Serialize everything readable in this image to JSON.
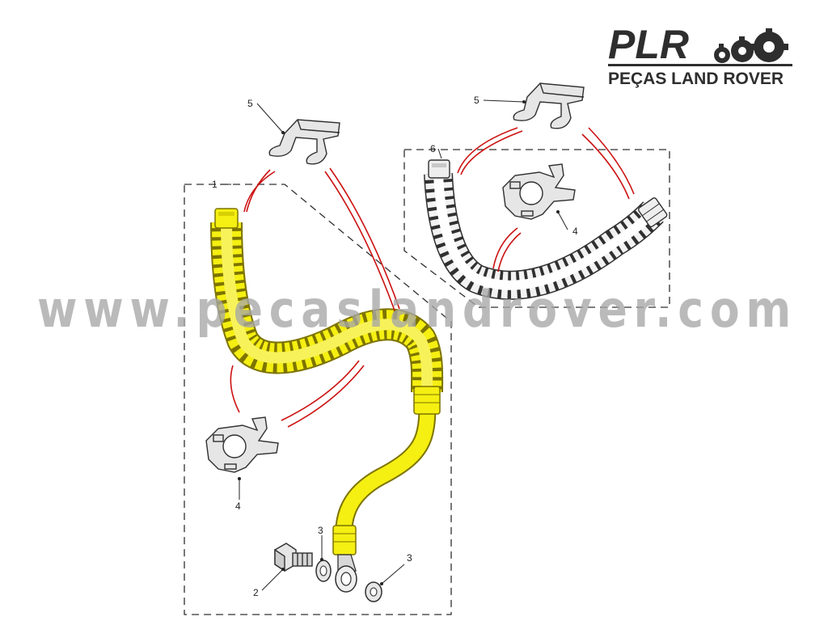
{
  "logo": {
    "brand": "PLR",
    "subtitle": "PEÇAS LAND ROVER",
    "icon": "gears-icon"
  },
  "watermark": "www.pecaslandrover.com",
  "colors": {
    "highlight": "#f5ef12",
    "highlight_stroke": "#7d7400",
    "outline": "#303030",
    "leader": "#cc1111",
    "callout_text": "#222222"
  },
  "callouts": {
    "item1": "1",
    "item2": "2",
    "item3a": "3",
    "item3b": "3",
    "item4a": "4",
    "item4b": "4",
    "item5a": "5",
    "item5b": "5",
    "item6": "6"
  }
}
